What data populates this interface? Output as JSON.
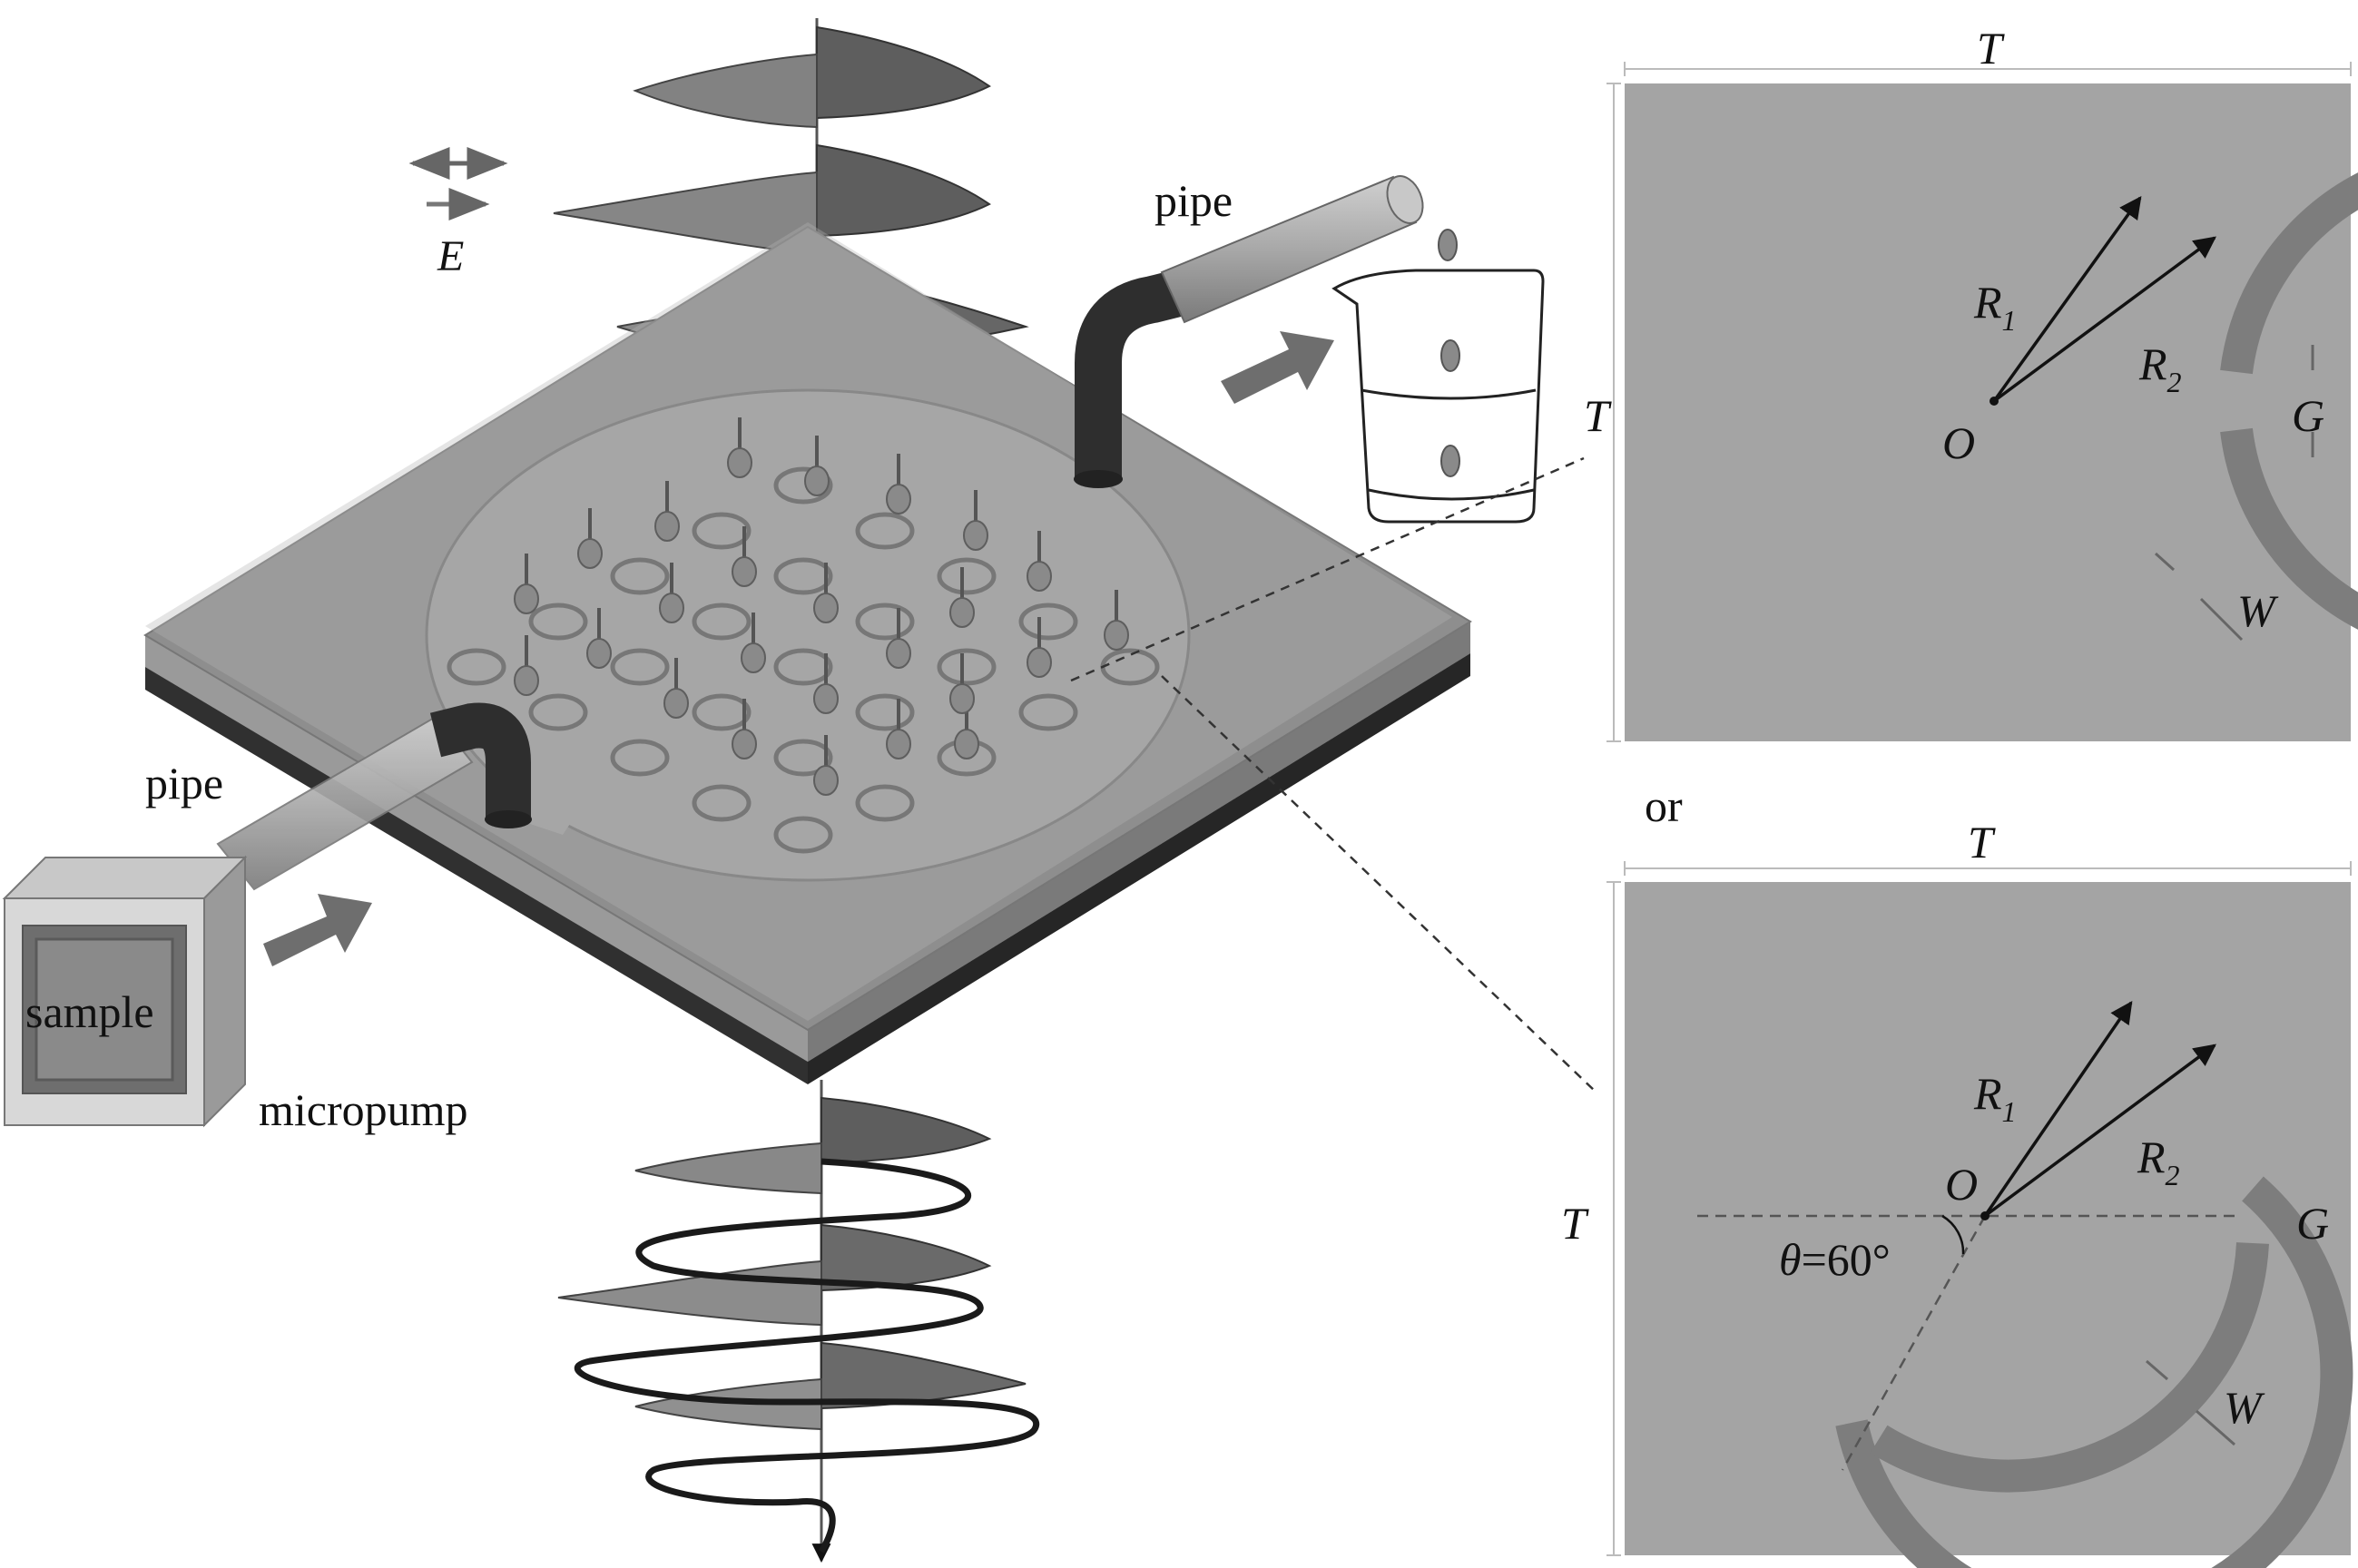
{
  "labels": {
    "E": "E",
    "pipe_top": "pipe",
    "pipe_left": "pipe",
    "sample": "sample",
    "micropump": "micropump",
    "or": "or"
  },
  "panel_top": {
    "T_top": "T",
    "T_side": "T",
    "R1": "R",
    "R1_sub": "1",
    "R2": "R",
    "R2_sub": "2",
    "O": "O",
    "G": "G",
    "W": "W"
  },
  "panel_bottom": {
    "T_top": "T",
    "T_side": "T",
    "R1": "R",
    "R1_sub": "1",
    "R2": "R",
    "R2_sub": "2",
    "O": "O",
    "G": "G",
    "W": "W",
    "theta_symbol": "θ",
    "theta_value": "=60°"
  },
  "colors": {
    "plate_top": "#8e8e8e",
    "plate_side": "#5a5a5a",
    "plate_base": "#3a3a3a",
    "panel_bg": "#a4a4a4",
    "ring": "#7d7d7d",
    "wave": "#6e6e6e"
  }
}
